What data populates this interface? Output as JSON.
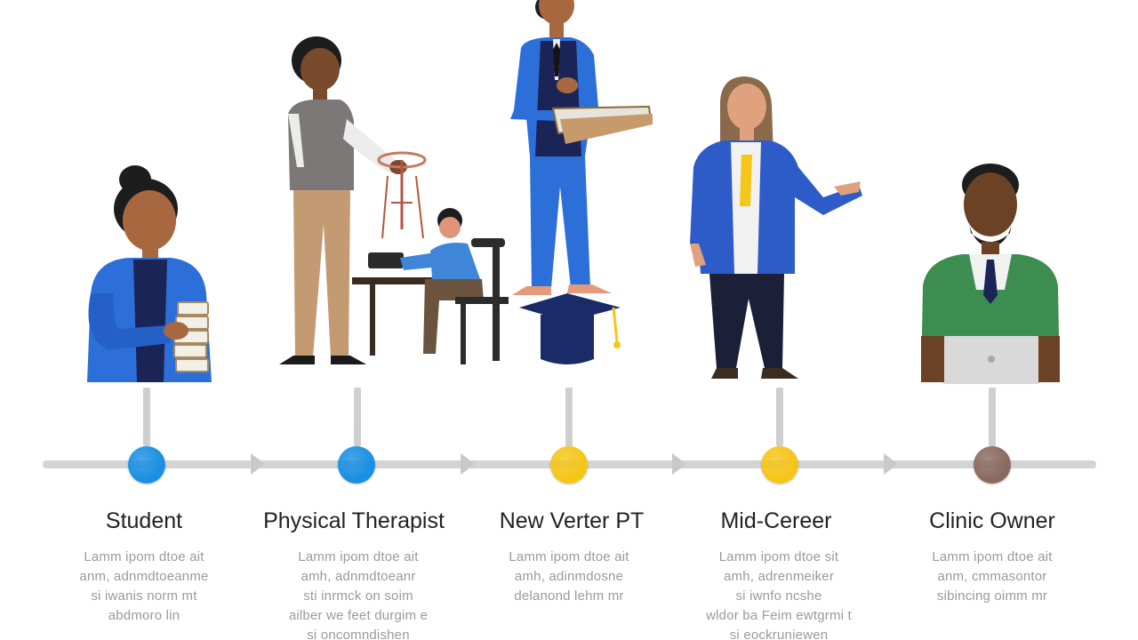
{
  "colors": {
    "line": "#d4d4d4",
    "connector": "#cfcfcf",
    "blue_node": "#1a8fe3",
    "yellow_node": "#f5c518",
    "brown_node": "#8a6a60",
    "desc_text": "#9a9a9a"
  },
  "stages": [
    {
      "title": "Student",
      "desc": "Lamm ipom dtoe ait\nanm, adnmdtoeanme\nsi iwanis norm mt\nabdmoro lin",
      "node_color": "#1a8fe3",
      "figure": "student-with-books-icon"
    },
    {
      "title": "Physical Therapist",
      "desc": "Lamm ipom dtoe ait\namh, adnmdtoeanr\nsti inrmck on soim\nailber we feet durgim e\nsi oncomndishen",
      "node_color": "#1a8fe3",
      "figure": "therapist-with-skeleton-icon"
    },
    {
      "title": "New Verter PT",
      "desc": "Lamm ipom dtoe ait\namh, adinmdosne\ndelanond lehm mr",
      "node_color": "#f5c518",
      "figure": "graduate-with-book-icon"
    },
    {
      "title": "Mid-Cereer",
      "desc": "Lamm ipom dtoe sit\namh, adrenmeiker\nsi iwnfo ncshe\nwldor ba Feim ewtgrmi t\nsi eockruniewen",
      "node_color": "#f5c518",
      "figure": "professional-presenting-icon"
    },
    {
      "title": "Clinic Owner",
      "desc": "Lamm ipom dtoe ait\nanm, cmmasontor\nsibincing oimm mr",
      "node_color": "#8a6a60",
      "figure": "clinic-owner-laptop-icon"
    }
  ]
}
